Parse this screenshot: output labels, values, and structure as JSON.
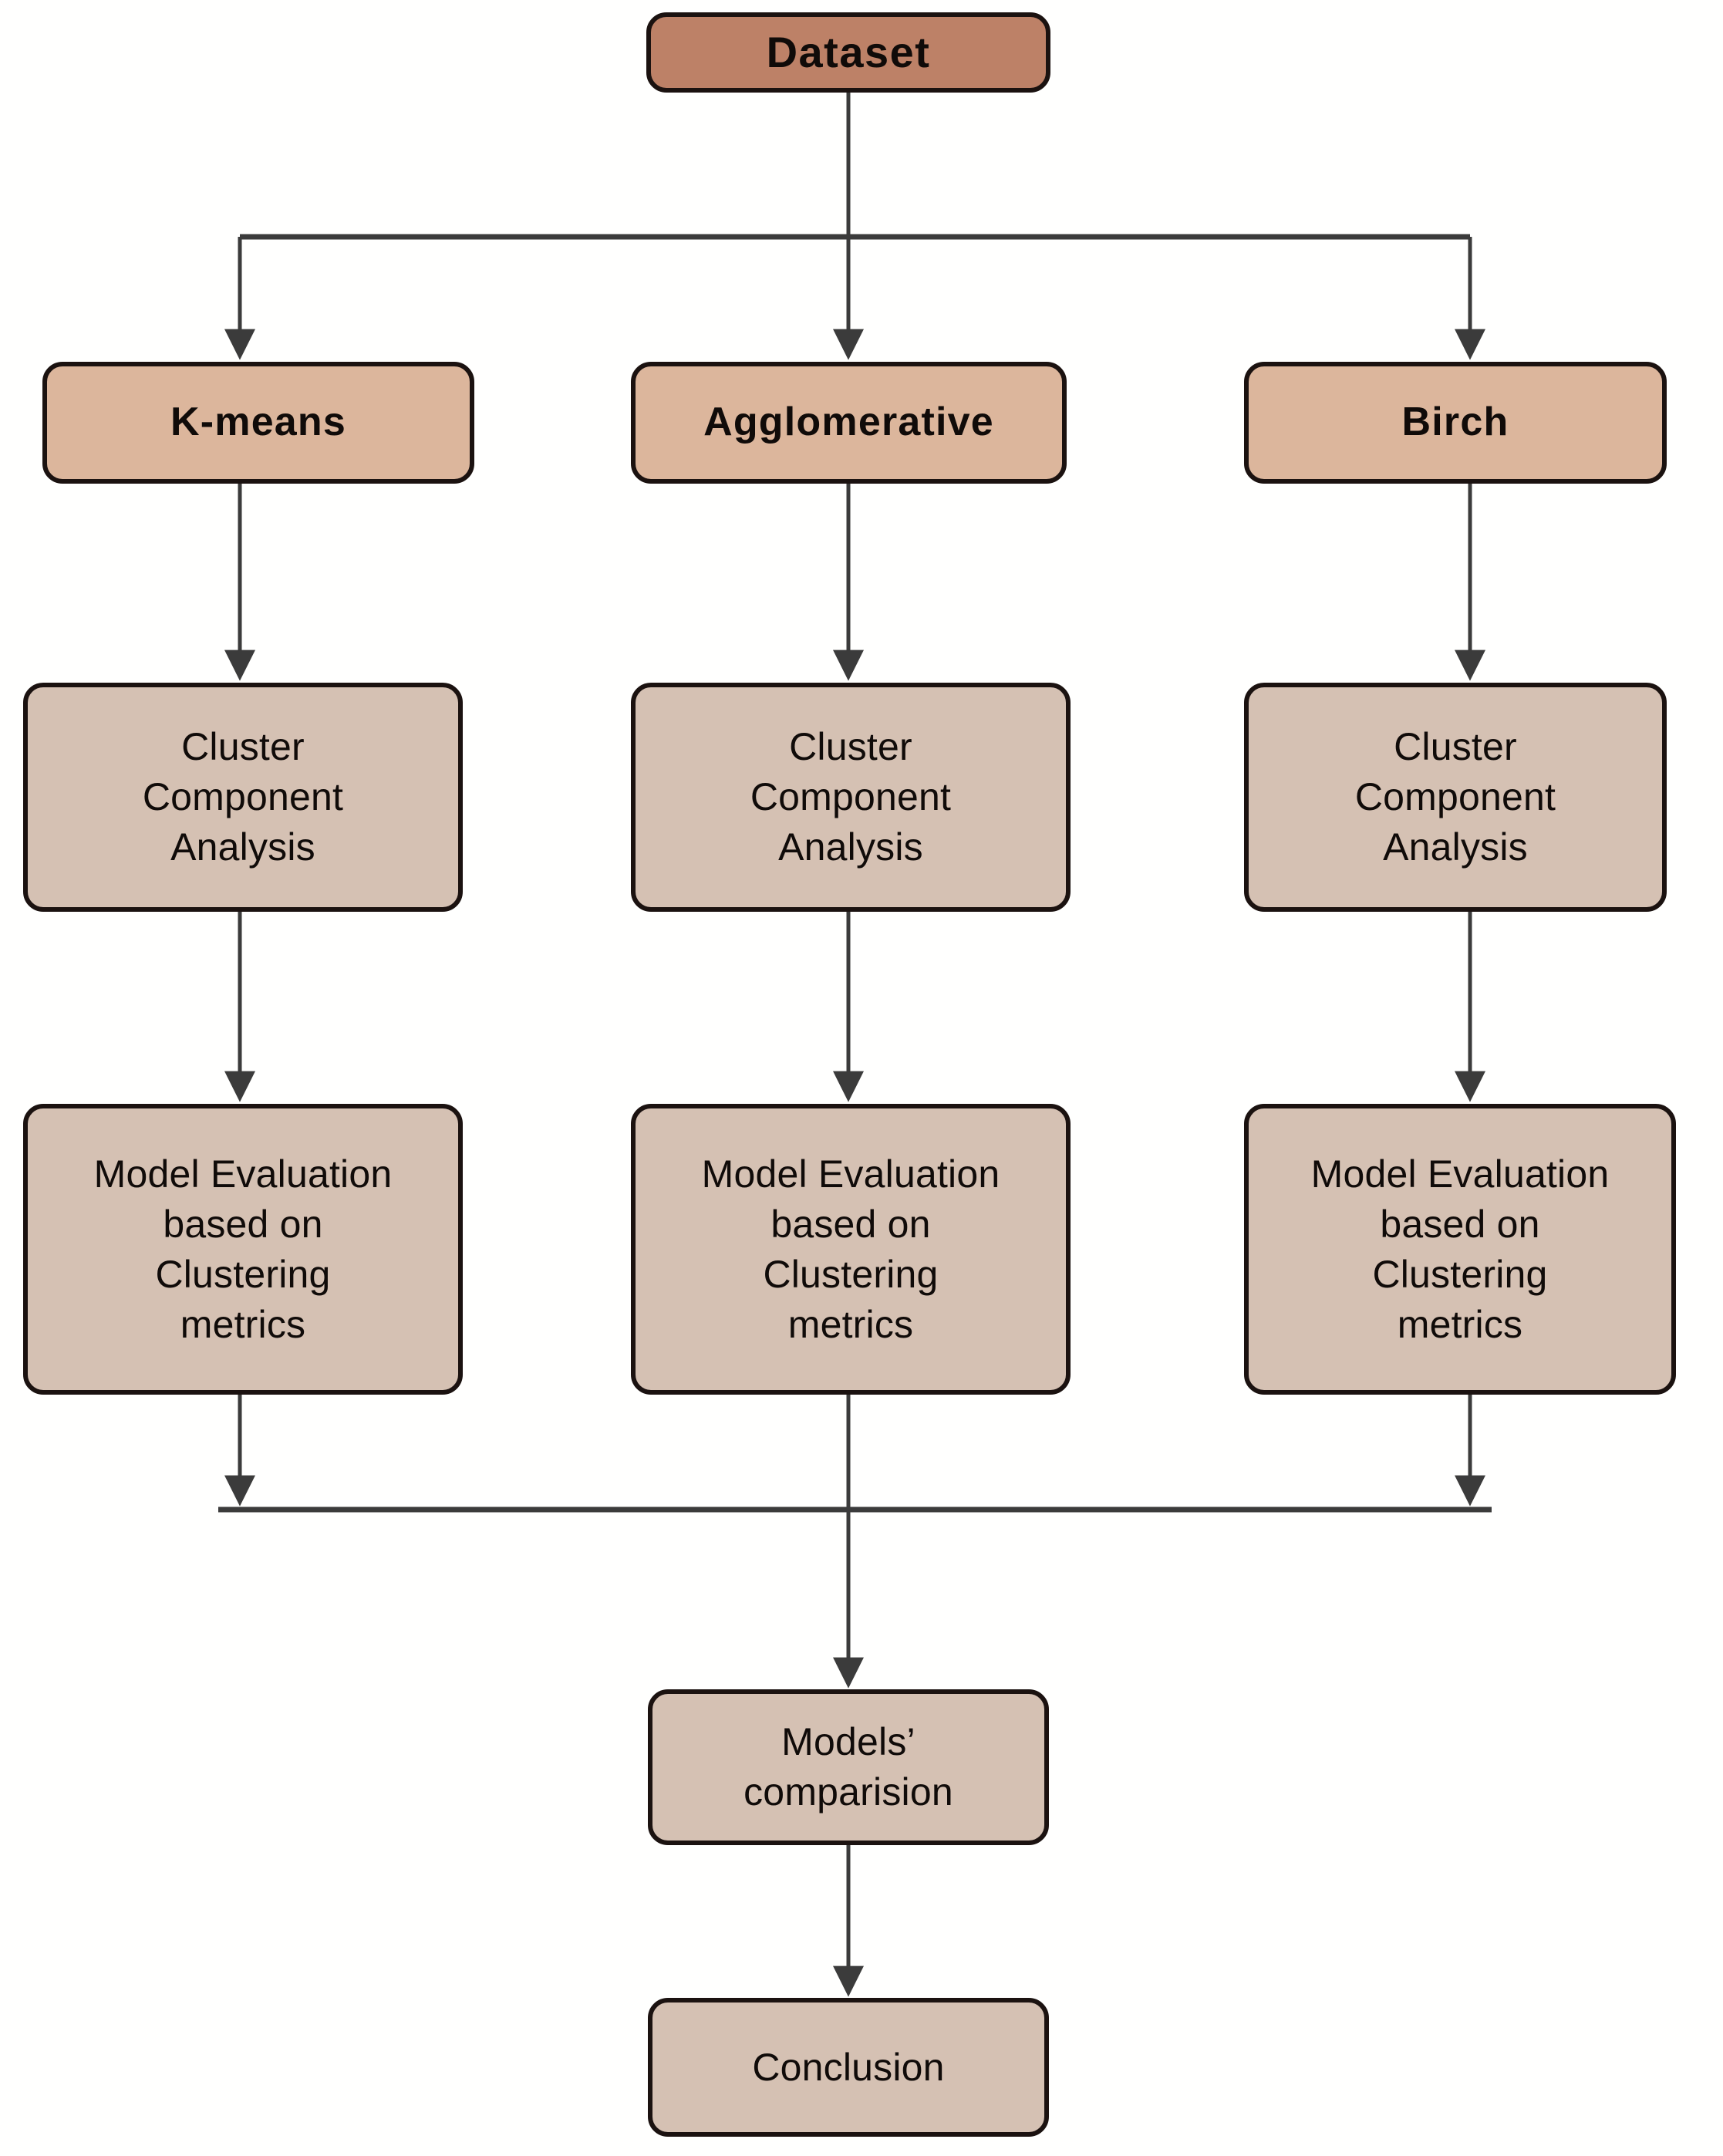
{
  "diagram": {
    "title": "Clustering models comparison workflow",
    "background_color": "#fffffe",
    "edge_color": "#3b3b3b",
    "border_color": "#1b1210",
    "palette": {
      "root_fill": "#bd8167",
      "algorithm_fill": "#dcb69c",
      "step_fill": "#d5c1b3",
      "text": "#100b09"
    }
  },
  "nodes": {
    "dataset": {
      "label": "Dataset"
    },
    "kmeans": {
      "label": "K-means"
    },
    "agglomerative": {
      "label": "Agglomerative"
    },
    "birch": {
      "label": "Birch"
    },
    "cca_left": {
      "label": "Cluster\nComponent\nAnalysis"
    },
    "cca_center": {
      "label": "Cluster\nComponent\nAnalysis"
    },
    "cca_right": {
      "label": "Cluster\nComponent\nAnalysis"
    },
    "eval_left": {
      "label": "Model Evaluation\nbased on\nClustering\nmetrics"
    },
    "eval_center": {
      "label": "Model Evaluation\nbased on\nClustering\nmetrics"
    },
    "eval_right": {
      "label": "Model Evaluation\nbased on\nClustering\nmetrics"
    },
    "comparison": {
      "label": "Models’\ncomparision"
    },
    "conclusion": {
      "label": "Conclusion"
    }
  },
  "edges": [
    {
      "from": "dataset",
      "to": "kmeans",
      "style": "fan-out"
    },
    {
      "from": "dataset",
      "to": "agglomerative",
      "style": "straight"
    },
    {
      "from": "dataset",
      "to": "birch",
      "style": "fan-out"
    },
    {
      "from": "kmeans",
      "to": "cca_left",
      "style": "straight"
    },
    {
      "from": "agglomerative",
      "to": "cca_center",
      "style": "straight"
    },
    {
      "from": "birch",
      "to": "cca_right",
      "style": "straight"
    },
    {
      "from": "cca_left",
      "to": "eval_left",
      "style": "straight"
    },
    {
      "from": "cca_center",
      "to": "eval_center",
      "style": "straight"
    },
    {
      "from": "cca_right",
      "to": "eval_right",
      "style": "straight"
    },
    {
      "from": "eval_left",
      "to": "comparison",
      "style": "fan-in"
    },
    {
      "from": "eval_center",
      "to": "comparison",
      "style": "straight"
    },
    {
      "from": "eval_right",
      "to": "comparison",
      "style": "fan-in"
    },
    {
      "from": "comparison",
      "to": "conclusion",
      "style": "straight"
    }
  ]
}
